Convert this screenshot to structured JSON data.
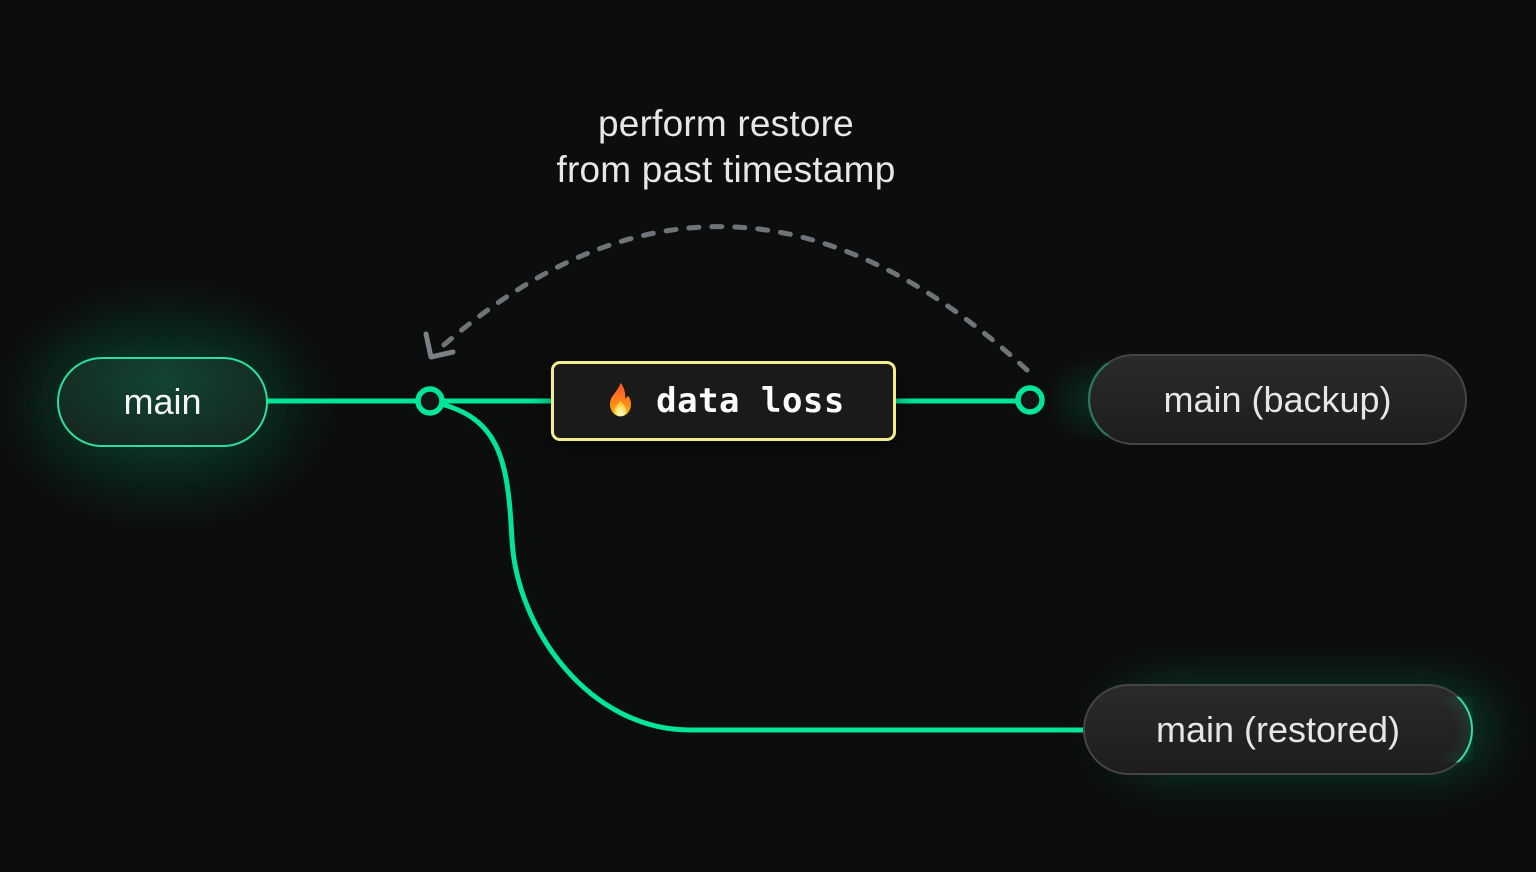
{
  "diagram": {
    "annotation": {
      "line1": "perform restore",
      "line2": "from past timestamp"
    },
    "nodes": {
      "main": {
        "label": "main"
      },
      "backup": {
        "label": "main (backup)"
      },
      "restored": {
        "label": "main (restored)"
      }
    },
    "event": {
      "label": "data loss",
      "icon": "fire-icon"
    },
    "colors": {
      "background": "#0c0d0d",
      "branch_line_green": "#00e599",
      "main_pill_border_green": "#2edd9e",
      "event_border_yellow": "#f2ed8e",
      "dashed_arc_gray": "#6f747a",
      "neutral_pill_border_gray": "#454545",
      "text_primary": "#e7e7e7"
    }
  }
}
